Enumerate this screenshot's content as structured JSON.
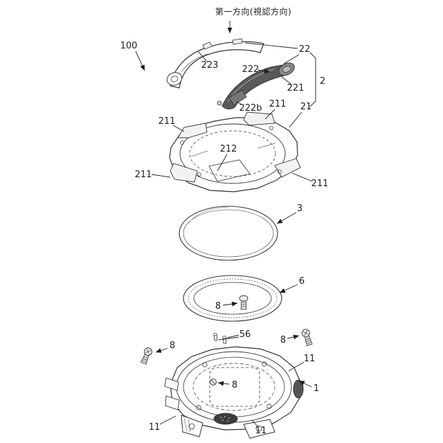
{
  "title": "第一方向(視認方向)",
  "ink_color": "#222222",
  "labels": {
    "l100": "100",
    "l22": "22",
    "l223": "223",
    "l222": "222",
    "l221": "221",
    "l2": "2",
    "l222b": "222b",
    "l21": "21",
    "l211_tl": "211",
    "l211_tr": "211",
    "l212": "212",
    "l211_ml": "211",
    "l211_mr": "211",
    "l3": "3",
    "l6": "6",
    "l8_gasket": "8",
    "l56": "56",
    "l8_right": "8",
    "l8_left": "8",
    "l11_r": "11",
    "l1": "1",
    "l8_case": "8",
    "l11_bl": "11",
    "l11_br": "11"
  }
}
